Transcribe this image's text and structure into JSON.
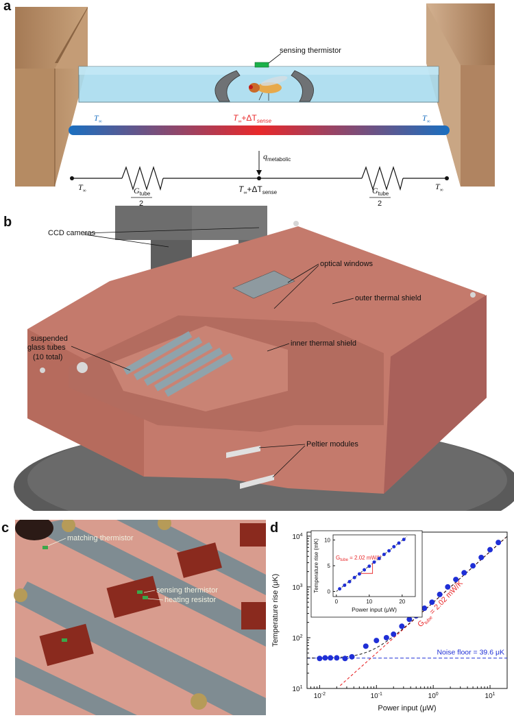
{
  "panels": {
    "a": {
      "letter": "a",
      "sensing_label": "sensing thermistor",
      "t_inf": "T",
      "inf_sub": "∞",
      "center_temp_prefix": "T",
      "center_temp_mid": "+ΔT",
      "center_temp_sub": "sense",
      "q_label": "q",
      "q_sub": "metabolic",
      "node_left": "T",
      "node_center_prefix": "T",
      "node_center_mid": "+ΔT",
      "node_center_sub": "sense",
      "g_label": "G",
      "g_sub": "tube",
      "g_den": "2",
      "colors": {
        "cold": "#1a6fc0",
        "hot": "#e8282a",
        "tube": "#a9dcef"
      }
    },
    "b": {
      "letter": "b",
      "labels": {
        "ccd": "CCD cameras",
        "optical": "optical windows",
        "outer": "outer thermal shield",
        "tubes_line1": "suspended",
        "tubes_line2": "glass tubes",
        "tubes_line3": "(10 total)",
        "inner": "inner thermal shield",
        "peltier": "Peltier modules"
      },
      "colors": {
        "copper": "#c47a6c",
        "copper_dark": "#9e5b50",
        "stage": "#555555"
      }
    },
    "c": {
      "letter": "c",
      "labels": {
        "matching": "matching thermistor",
        "sensing": "sensing thermistor",
        "heating": "heating resistor"
      }
    },
    "d": {
      "letter": "d",
      "noise_label": "Noise floor = 39.6 μK",
      "slope_label_main": "G",
      "slope_label_sub": "tube",
      "slope_label_rest": " = 2.02 mW/K",
      "inset_slope_label_rest": " = 2.02 mW/K"
    }
  },
  "chart_data": [
    {
      "type": "scatter",
      "xlabel": "Power input (μW)",
      "ylabel": "Temperature rise (μK)",
      "x_scale": "log",
      "y_scale": "log",
      "xlim": [
        0.006,
        20
      ],
      "ylim": [
        10,
        12000
      ],
      "x_ticks": [
        {
          "v": 0.01,
          "label": "10",
          "exp": "-2"
        },
        {
          "v": 0.1,
          "label": "10",
          "exp": "-1"
        },
        {
          "v": 1,
          "label": "10",
          "exp": "0"
        },
        {
          "v": 10,
          "label": "10",
          "exp": "1"
        }
      ],
      "y_ticks": [
        {
          "v": 10,
          "label": "10",
          "exp": "1"
        },
        {
          "v": 100,
          "label": "10",
          "exp": "2"
        },
        {
          "v": 1000,
          "label": "10",
          "exp": "3"
        },
        {
          "v": 10000,
          "label": "10",
          "exp": "4"
        }
      ],
      "series": [
        {
          "points": [
            [
              0.01,
              39
            ],
            [
              0.0125,
              40
            ],
            [
              0.0155,
              40
            ],
            [
              0.02,
              40
            ],
            [
              0.028,
              39
            ],
            [
              0.037,
              42
            ],
            [
              0.065,
              68
            ],
            [
              0.1,
              88
            ],
            [
              0.15,
              100
            ],
            [
              0.2,
              117
            ],
            [
              0.28,
              168
            ],
            [
              0.38,
              230
            ],
            [
              0.5,
              270
            ],
            [
              0.7,
              380
            ],
            [
              0.95,
              500
            ],
            [
              1.3,
              710
            ],
            [
              1.8,
              1000
            ],
            [
              2.5,
              1400
            ],
            [
              3.5,
              1900
            ],
            [
              5,
              2600
            ],
            [
              7,
              3800
            ],
            [
              10,
              5400
            ],
            [
              14,
              7500
            ]
          ],
          "color": "#1f2fd6"
        }
      ],
      "noise_floor": 39.6,
      "fit_slope_mW_per_K": 2.02
    },
    {
      "type": "scatter",
      "xlabel": "Power input (μW)",
      "ylabel": "Temperature rise (mK)",
      "xlim": [
        -1,
        24
      ],
      "ylim": [
        -1,
        11
      ],
      "x_ticks": [
        0,
        10,
        20
      ],
      "y_ticks": [
        0,
        5,
        10
      ],
      "series": [
        {
          "points": [
            [
              1,
              0.5
            ],
            [
              2.5,
              1.2
            ],
            [
              4,
              1.9
            ],
            [
              5.5,
              2.7
            ],
            [
              7,
              3.4
            ],
            [
              8.5,
              4.2
            ],
            [
              10,
              4.9
            ],
            [
              11.5,
              5.7
            ],
            [
              13,
              6.4
            ],
            [
              14.5,
              7.2
            ],
            [
              16,
              7.9
            ],
            [
              17.5,
              8.7
            ],
            [
              19,
              9.4
            ],
            [
              20.5,
              10.1
            ]
          ],
          "color": "#1f2fd6"
        }
      ]
    }
  ]
}
